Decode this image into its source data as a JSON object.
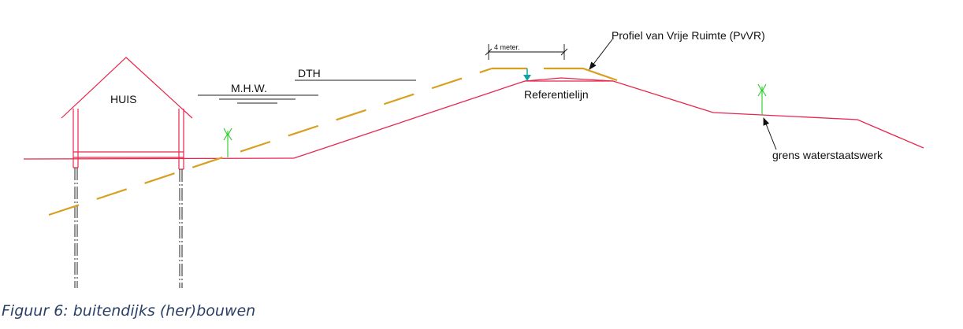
{
  "diagram": {
    "labels": {
      "huis": "HUIS",
      "mhw": "M.H.W.",
      "dth": "DTH",
      "four_meter": "4 meter.",
      "pvvr": "Profiel van Vrije Ruimte (PvVR)",
      "referentielijn": "Referentielijn",
      "grens": "grens waterstaatswerk"
    },
    "colors": {
      "ground": "#e8264d",
      "pvvr_line": "#d8a020",
      "marker": "#22cc22",
      "reference_arrow": "#12a2a2",
      "ink": "#111111",
      "caption": "#2a3f66"
    }
  },
  "caption": "Figuur 6: buitendijks (her)bouwen"
}
